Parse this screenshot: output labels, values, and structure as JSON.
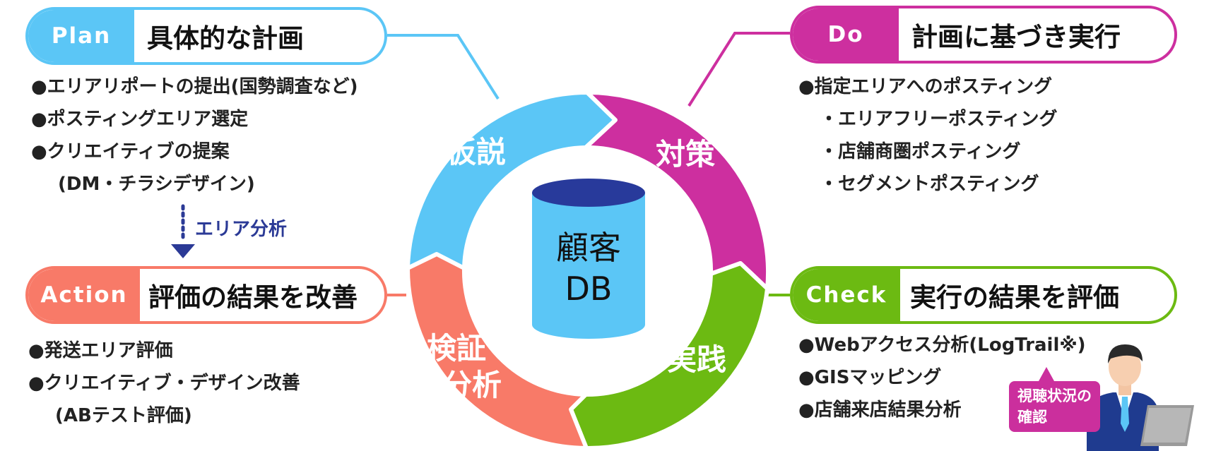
{
  "colors": {
    "plan": "#5bc6f6",
    "do": "#cd2f9f",
    "check": "#6cba12",
    "action": "#f87a68",
    "db_fill": "#5bc6f6",
    "db_top": "#283a9b",
    "analysis": "#2b3a96"
  },
  "plan": {
    "tag": "Plan",
    "title": "具体的な計画",
    "items": [
      "●エリアリポートの提出(国勢調査など)",
      "●ポスティングエリア選定",
      "●クリエイティブの提案",
      "(DM・チラシデザイン)"
    ]
  },
  "do": {
    "tag": "Do",
    "title": "計画に基づき実行",
    "items": [
      "●指定エリアへのポスティング",
      "・エリアフリーポスティング",
      "・店舗商圏ポスティング",
      "・セグメントポスティング"
    ]
  },
  "check": {
    "tag": "Check",
    "title": "実行の結果を評価",
    "items": [
      "●Webアクセス分析(LogTrail※)",
      "●GISマッピング",
      "●店舗来店結果分析"
    ]
  },
  "action": {
    "tag": "Action",
    "title": "評価の結果を改善",
    "items": [
      "●発送エリア評価",
      "●クリエイティブ・デザイン改善",
      "(ABテスト評価)"
    ]
  },
  "cycle": {
    "hypothesis": "仮説",
    "measure": "対策",
    "practice": "実践",
    "verify_line1": "検証・",
    "verify_line2": "分析"
  },
  "db": {
    "line1": "顧客",
    "line2": "DB"
  },
  "area_analysis": "エリア分析",
  "bubble": {
    "line1": "視聴状況の",
    "line2": "確認"
  },
  "icons": {
    "person": "businessman-icon",
    "laptop": "laptop-icon",
    "database": "database-cylinder-icon"
  }
}
